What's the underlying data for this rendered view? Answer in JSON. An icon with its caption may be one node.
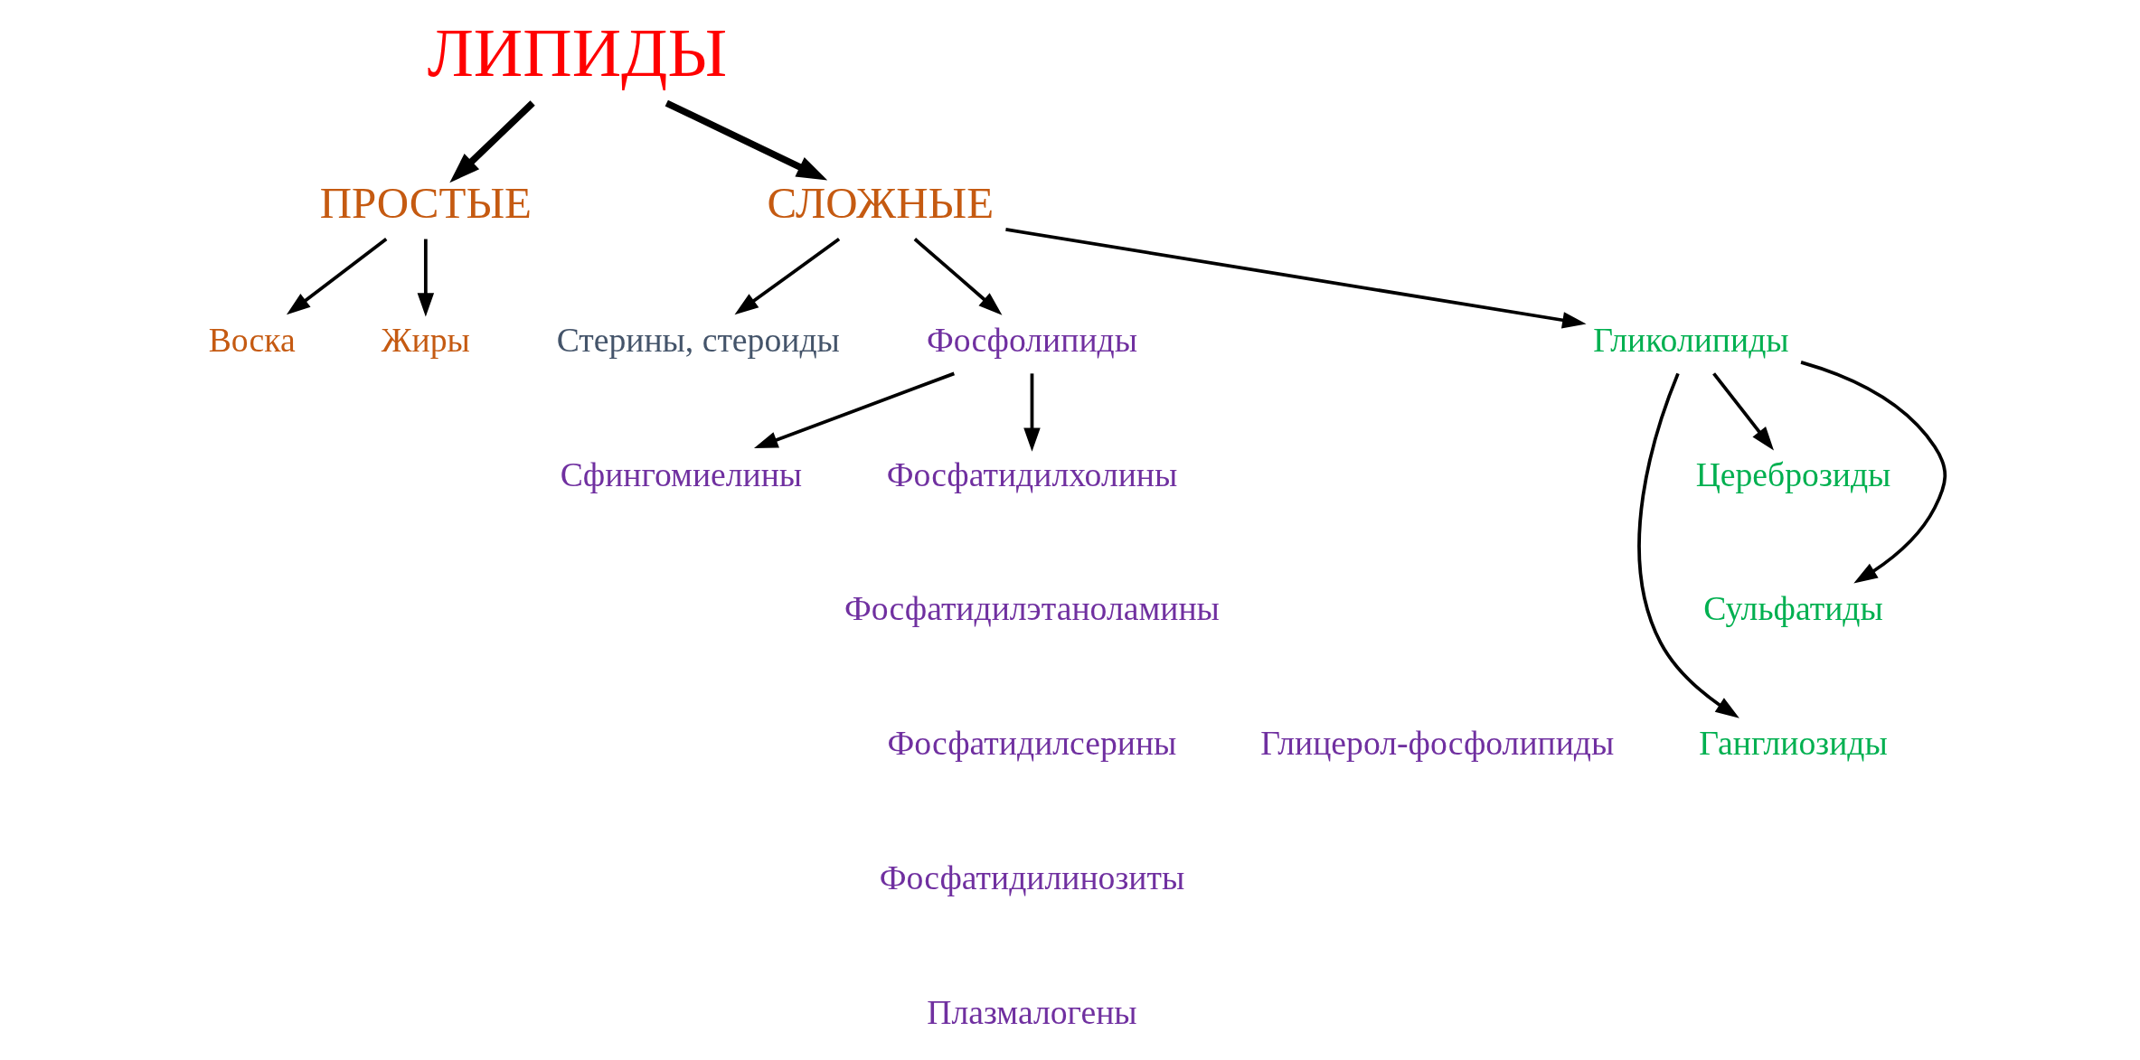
{
  "diagram": {
    "nodes": [
      {
        "text": [
          "ЛИПИДЫ"
        ]
      },
      {
        "text": [
          "ПРОСТЫЕ"
        ]
      },
      {
        "text": [
          "СЛОЖНЫЕ"
        ]
      },
      {
        "text": [
          "Жиры"
        ]
      },
      {
        "text": [
          "Воска"
        ]
      },
      {
        "text": [
          "Фосфолипиды"
        ]
      },
      {
        "text": [
          "Гликолипиды"
        ]
      },
      {
        "text": [
          "Стерины, стероиды"
        ]
      },
      {
        "text": [
          "Фосфатидилхолины"
        ]
      },
      {
        "text": [
          "Фосфатидилэтаноламины"
        ]
      },
      {
        "text": [
          "Фосфатидилсерины"
        ]
      },
      {
        "text": [
          "Фосфатидилинозиты"
        ]
      },
      {
        "text": [
          "Плазмалогены"
        ]
      },
      {
        "text": [
          "Глицерол-фосфолипиды"
        ]
      },
      {
        "text": [
          "Сфингомиелины"
        ]
      },
      {
        "text": [
          "Цереброзиды"
        ]
      },
      {
        "text": [
          "Сульфатиды"
        ]
      },
      {
        "text": [
          "Ганглиозиды"
        ]
      }
    ],
    "edges": [
      {
        "from": 0,
        "to": 1,
        "arrow": "to",
        "style": "thick"
      },
      {
        "from": 0,
        "to": 2,
        "arrow": "to",
        "style": "thick"
      },
      {
        "from": 1,
        "to": 3,
        "arrow": "to"
      },
      {
        "from": 1,
        "to": 4,
        "arrow": "to"
      },
      {
        "from": 2,
        "to": 5,
        "arrow": "to"
      },
      {
        "from": 2,
        "to": 6,
        "arrow": "to"
      },
      {
        "from": 2,
        "to": 7,
        "arrow": "to"
      },
      {
        "from": 5,
        "to": 8,
        "arrow": "to"
      },
      {
        "from": 5,
        "to": 14,
        "arrow": "to"
      },
      {
        "from": 6,
        "to": 15,
        "arrow": "to"
      },
      {
        "from": 6,
        "to": 16,
        "arrow": "to"
      },
      {
        "from": 6,
        "to": 17,
        "arrow": "to"
      }
    ]
  }
}
